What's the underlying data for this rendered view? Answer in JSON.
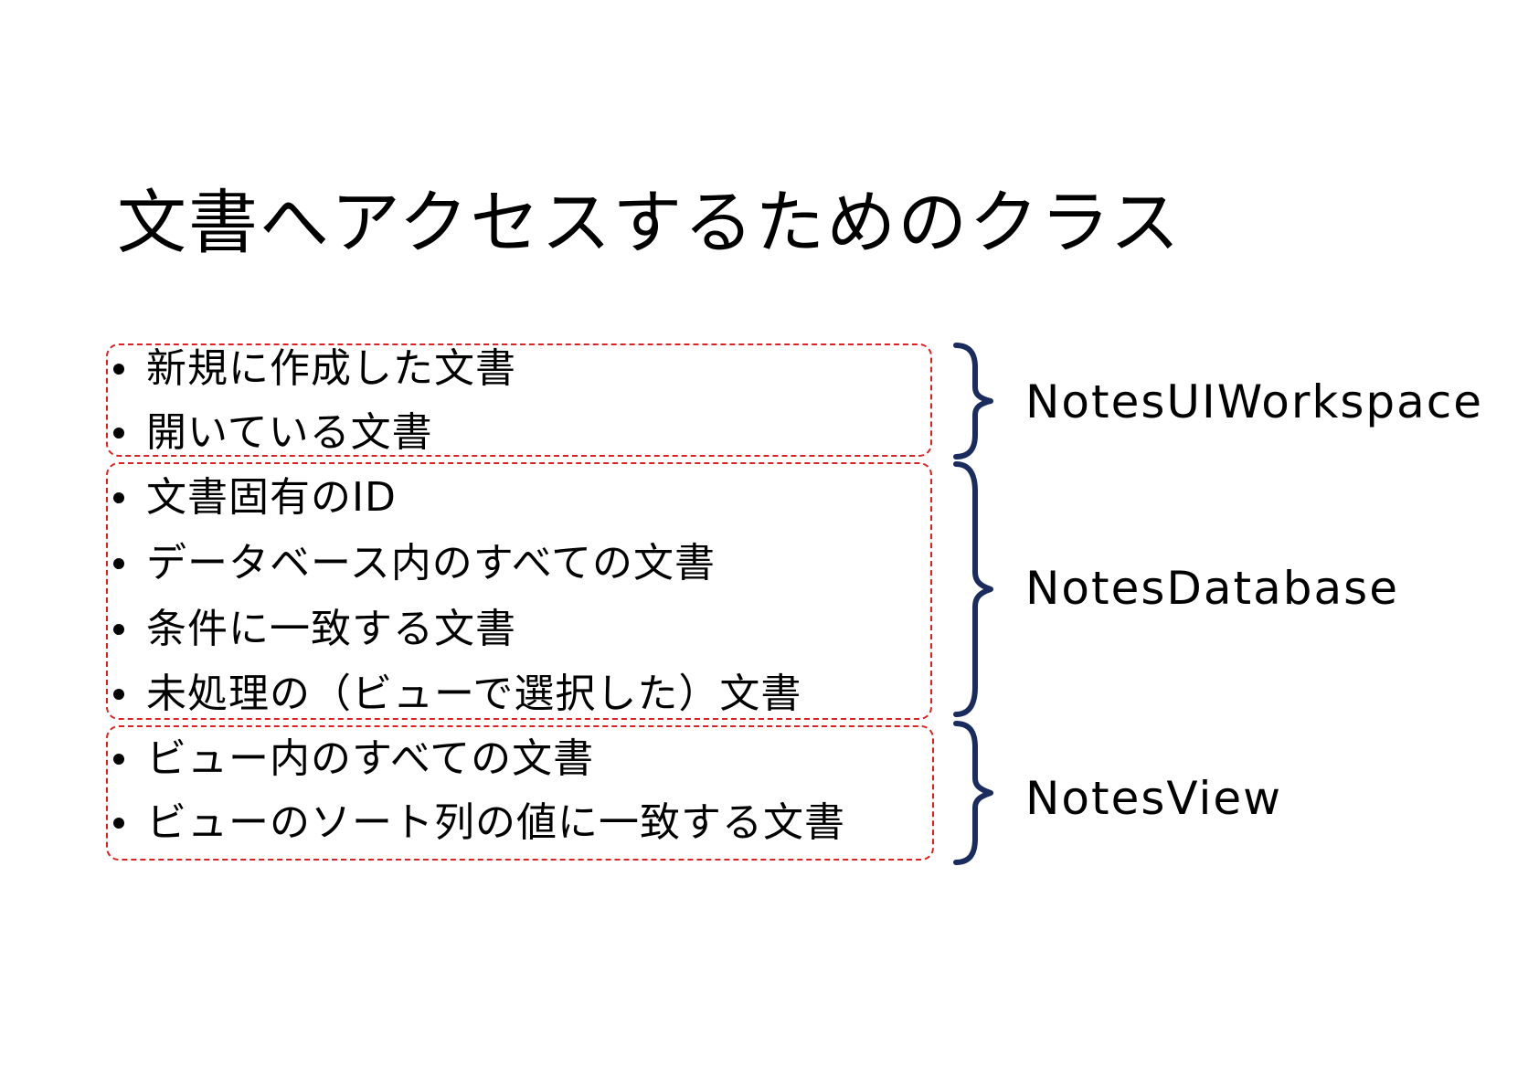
{
  "title": "文書へアクセスするためのクラス",
  "groups": [
    {
      "class_name": "NotesUIWorkspace",
      "items": [
        "新規に作成した文書",
        "開いている文書"
      ]
    },
    {
      "class_name": "NotesDatabase",
      "items": [
        "文書固有のID",
        "データベース内のすべての文書",
        "条件に一致する文書",
        "未処理の（ビューで選択した）文書"
      ]
    },
    {
      "class_name": "NotesView",
      "items": [
        "ビュー内のすべての文書",
        "ビューのソート列の値に一致する文書"
      ]
    }
  ],
  "colors": {
    "box_border": "#e02020",
    "brace": "#1a2c5e",
    "text": "#000000"
  }
}
